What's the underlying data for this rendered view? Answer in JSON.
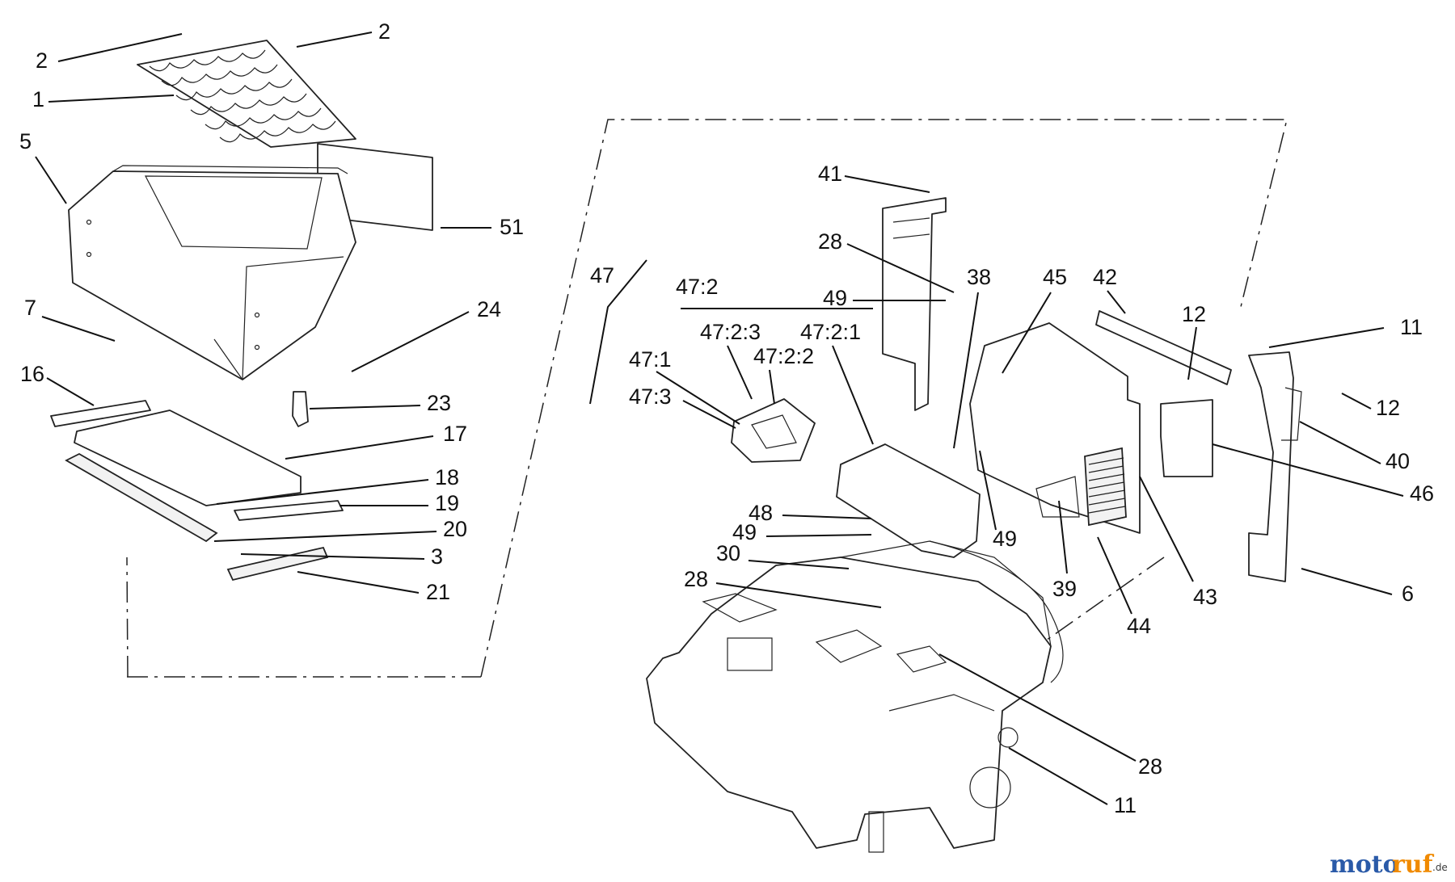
{
  "callouts": [
    {
      "id": "c1",
      "text": "2"
    },
    {
      "id": "c2",
      "text": "2"
    },
    {
      "id": "c3",
      "text": "1"
    },
    {
      "id": "c4",
      "text": "5"
    },
    {
      "id": "c5",
      "text": "51"
    },
    {
      "id": "c6",
      "text": "7"
    },
    {
      "id": "c7",
      "text": "24"
    },
    {
      "id": "c8",
      "text": "16"
    },
    {
      "id": "c9",
      "text": "23"
    },
    {
      "id": "c10",
      "text": "17"
    },
    {
      "id": "c11",
      "text": "18"
    },
    {
      "id": "c12",
      "text": "19"
    },
    {
      "id": "c13",
      "text": "20"
    },
    {
      "id": "c14",
      "text": "3"
    },
    {
      "id": "c15",
      "text": "21"
    },
    {
      "id": "c16",
      "text": "41"
    },
    {
      "id": "c17",
      "text": "28"
    },
    {
      "id": "c18",
      "text": "47"
    },
    {
      "id": "c19",
      "text": "47:2"
    },
    {
      "id": "c20",
      "text": "49"
    },
    {
      "id": "c21",
      "text": "38"
    },
    {
      "id": "c22",
      "text": "45"
    },
    {
      "id": "c23",
      "text": "42"
    },
    {
      "id": "c24",
      "text": "12"
    },
    {
      "id": "c25",
      "text": "11"
    },
    {
      "id": "c26",
      "text": "47:2:3"
    },
    {
      "id": "c27",
      "text": "47:2:1"
    },
    {
      "id": "c28",
      "text": "47:2:2"
    },
    {
      "id": "c29",
      "text": "47:1"
    },
    {
      "id": "c30",
      "text": "47:3"
    },
    {
      "id": "c31",
      "text": "12"
    },
    {
      "id": "c32",
      "text": "40"
    },
    {
      "id": "c33",
      "text": "46"
    },
    {
      "id": "c34",
      "text": "49"
    },
    {
      "id": "c35",
      "text": "48"
    },
    {
      "id": "c36",
      "text": "49"
    },
    {
      "id": "c37",
      "text": "30"
    },
    {
      "id": "c38",
      "text": "28"
    },
    {
      "id": "c39",
      "text": "39"
    },
    {
      "id": "c40",
      "text": "43"
    },
    {
      "id": "c41",
      "text": "6"
    },
    {
      "id": "c42",
      "text": "44"
    },
    {
      "id": "c43",
      "text": "28"
    },
    {
      "id": "c44",
      "text": "11"
    }
  ],
  "watermark": {
    "brand": "moto",
    "accent": "ruf",
    "suffix": ".de"
  }
}
